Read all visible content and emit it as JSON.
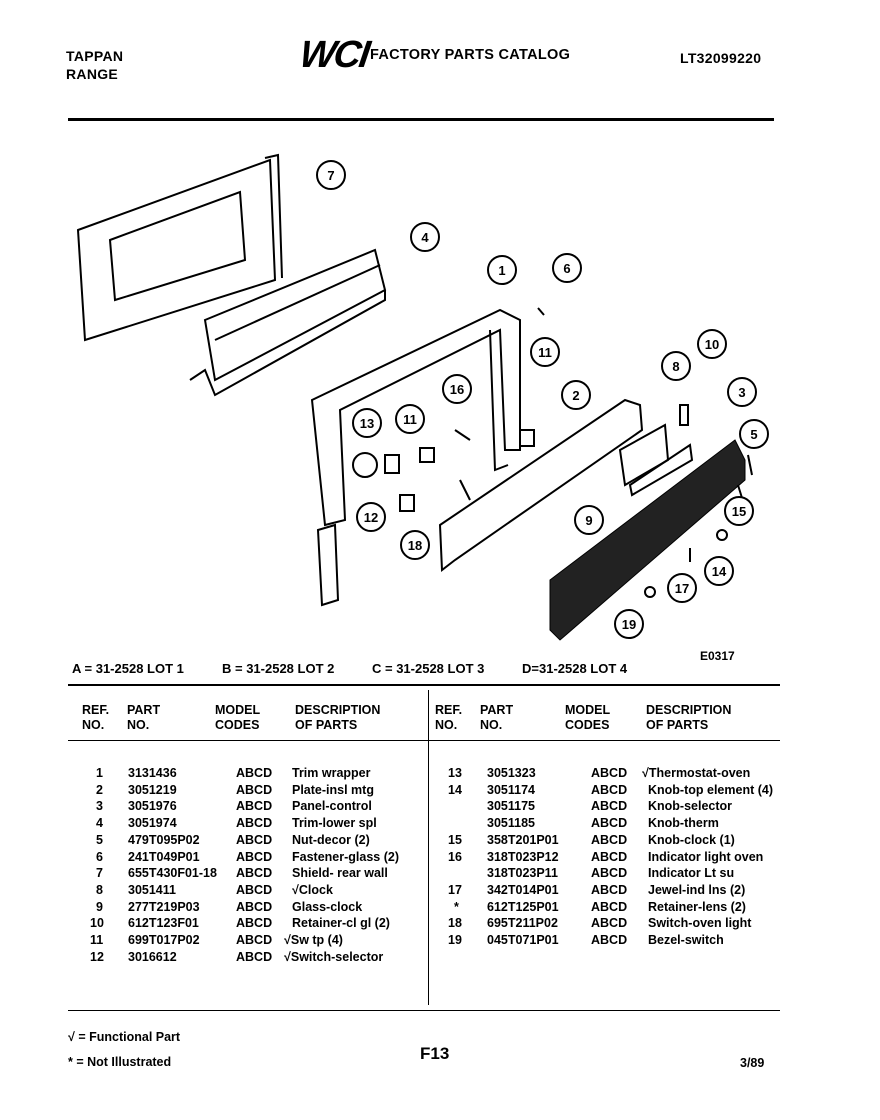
{
  "header": {
    "brand": "TAPPAN",
    "product": "RANGE",
    "logo": "WCI",
    "catalog_title": "FACTORY PARTS CATALOG",
    "catalog_number": "LT32099220"
  },
  "diagram": {
    "drawing_code": "E0317",
    "callouts": [
      "7",
      "4",
      "1",
      "6",
      "11",
      "10",
      "8",
      "3",
      "16",
      "2",
      "13",
      "11",
      "5",
      "12",
      "9",
      "15",
      "18",
      "17",
      "14",
      "19"
    ]
  },
  "model_lots": [
    "A = 31-2528 LOT 1",
    "B = 31-2528 LOT 2",
    "C = 31-2528 LOT 3",
    "D=31-2528 LOT 4"
  ],
  "table": {
    "headers": {
      "ref": "REF.\nNO.",
      "part": "PART\nNO.",
      "model": "MODEL\nCODES",
      "desc": "DESCRIPTION\nOF PARTS"
    },
    "left_rows": [
      {
        "ref": "1",
        "part": "3131436",
        "model": "ABCD",
        "desc": "Trim wrapper"
      },
      {
        "ref": "2",
        "part": "3051219",
        "model": "ABCD",
        "desc": "Plate-insl mtg"
      },
      {
        "ref": "3",
        "part": "3051976",
        "model": "ABCD",
        "desc": "Panel-control"
      },
      {
        "ref": "4",
        "part": "3051974",
        "model": "ABCD",
        "desc": "Trim-lower spl"
      },
      {
        "ref": "5",
        "part": "479T095P02",
        "model": "ABCD",
        "desc": "Nut-decor (2)"
      },
      {
        "ref": "6",
        "part": "241T049P01",
        "model": "ABCD",
        "desc": "Fastener-glass (2)"
      },
      {
        "ref": "7",
        "part": "655T430F01-18",
        "model": "ABCD",
        "desc": "Shield- rear wall"
      },
      {
        "ref": "8",
        "part": "3051411",
        "model": "ABCD",
        "desc": "√Clock"
      },
      {
        "ref": "9",
        "part": "277T219P03",
        "model": "ABCD",
        "desc": "Glass-clock"
      },
      {
        "ref": "10",
        "part": "612T123F01",
        "model": "ABCD",
        "desc": "Retainer-cl gl (2)"
      },
      {
        "ref": "11",
        "part": "699T017P02",
        "model": "ABCD",
        "desc": "√Sw tp (4)"
      },
      {
        "ref": "12",
        "part": "3016612",
        "model": "ABCD",
        "desc": "√Switch-selector"
      }
    ],
    "right_rows": [
      {
        "ref": "13",
        "part": "3051323",
        "model": "ABCD",
        "desc": "√Thermostat-oven"
      },
      {
        "ref": "14",
        "part": "3051174",
        "model": "ABCD",
        "desc": "Knob-top element (4)"
      },
      {
        "ref": "",
        "part": "3051175",
        "model": "ABCD",
        "desc": "Knob-selector"
      },
      {
        "ref": "",
        "part": "3051185",
        "model": "ABCD",
        "desc": "Knob-therm"
      },
      {
        "ref": "15",
        "part": "358T201P01",
        "model": "ABCD",
        "desc": "Knob-clock (1)"
      },
      {
        "ref": "16",
        "part": "318T023P12",
        "model": "ABCD",
        "desc": "Indicator light oven"
      },
      {
        "ref": "",
        "part": "318T023P11",
        "model": "ABCD",
        "desc": "Indicator Lt su"
      },
      {
        "ref": "17",
        "part": "342T014P01",
        "model": "ABCD",
        "desc": "Jewel-ind lns (2)"
      },
      {
        "ref": "*",
        "part": "612T125P01",
        "model": "ABCD",
        "desc": "Retainer-lens (2)"
      },
      {
        "ref": "18",
        "part": "695T211P02",
        "model": "ABCD",
        "desc": "Switch-oven light"
      },
      {
        "ref": "19",
        "part": "045T071P01",
        "model": "ABCD",
        "desc": "Bezel-switch"
      }
    ]
  },
  "footer": {
    "functional_note": "√ = Functional Part",
    "not_illustrated_note": "* = Not Illustrated",
    "page": "F13",
    "date": "3/89"
  }
}
